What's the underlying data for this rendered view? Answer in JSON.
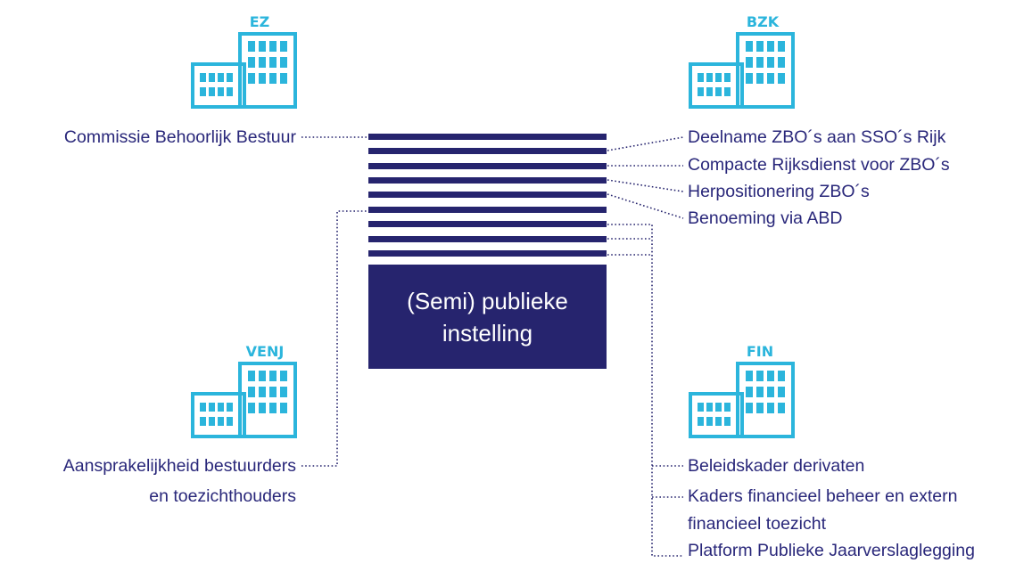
{
  "center": {
    "line1": "(Semi) publieke",
    "line2": "instelling"
  },
  "ministries": [
    {
      "id": "ez",
      "abbr": "EZ"
    },
    {
      "id": "bzk",
      "abbr": "BZK"
    },
    {
      "id": "venj",
      "abbr": "VENJ"
    },
    {
      "id": "fin",
      "abbr": "FIN"
    }
  ],
  "left_items": {
    "commissie": "Commissie Behoorlijk Bestuur",
    "aansprakelijkheid_1": "Aansprakelijkheid bestuurders",
    "aansprakelijkheid_2": "en toezichthouders"
  },
  "right_top_items": [
    "Deelname ZBO´s aan SSO´s Rijk",
    "Compacte Rijksdienst voor ZBO´s",
    "Herpositionering ZBO´s",
    "Benoeming via ABD"
  ],
  "right_bottom_items": {
    "beleidskader": "Beleidskader derivaten",
    "kaders_1": "Kaders financieel beheer en extern",
    "kaders_2": "financieel toezicht",
    "platform": "Platform Publieke Jaarverslaglegging"
  },
  "colors": {
    "navy": "#26246e",
    "text": "#29277a",
    "cyan": "#2bb5dc"
  }
}
